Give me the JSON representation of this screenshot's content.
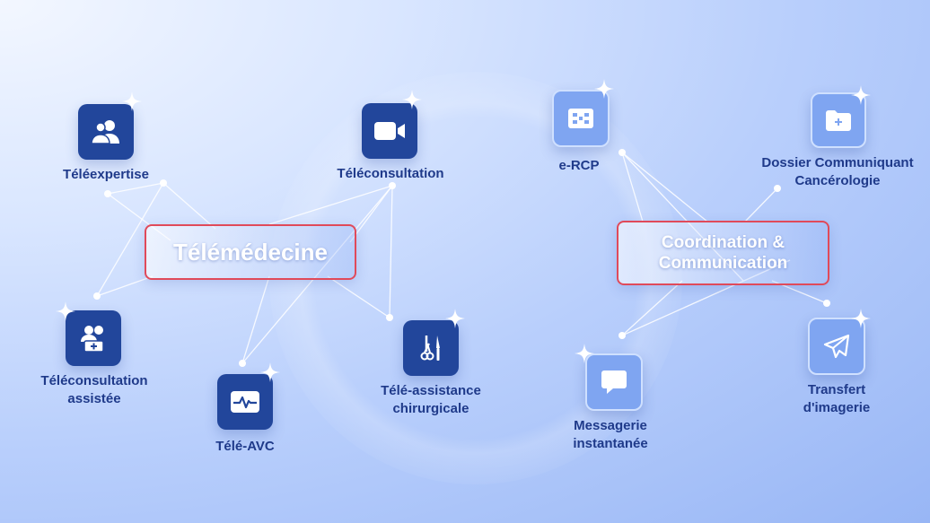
{
  "left": {
    "hub": "Télémédecine",
    "nodes": [
      {
        "id": "teleexpertise",
        "label": "Téléexpertise",
        "icon": "users-icon"
      },
      {
        "id": "teleconsultation",
        "label": "Téléconsultation",
        "icon": "video-camera-icon"
      },
      {
        "id": "teleconsultation-assistee",
        "label": "Téléconsultation\nassistée",
        "icon": "assisted-care-icon"
      },
      {
        "id": "tele-avc",
        "label": "Télé-AVC",
        "icon": "heartbeat-monitor-icon"
      },
      {
        "id": "tele-assistance",
        "label": "Télé-assistance\nchirurgicale",
        "icon": "surgical-tools-icon"
      }
    ]
  },
  "right": {
    "hub": "Coordination &\nCommunication",
    "nodes": [
      {
        "id": "e-rcp",
        "label": "e-RCP",
        "icon": "grid-board-icon"
      },
      {
        "id": "dossier",
        "label": "Dossier Communiquant\nCancérologie",
        "icon": "medical-folder-icon"
      },
      {
        "id": "messagerie",
        "label": "Messagerie\ninstantanée",
        "icon": "chat-bubble-icon"
      },
      {
        "id": "transfert",
        "label": "Transfert\nd'imagerie",
        "icon": "paper-plane-icon"
      }
    ]
  },
  "colors": {
    "dark_tile": "#22469b",
    "light_tile": "#7fa5f1",
    "hub_border": "#e04a5a",
    "label": "#1f3a8a"
  }
}
